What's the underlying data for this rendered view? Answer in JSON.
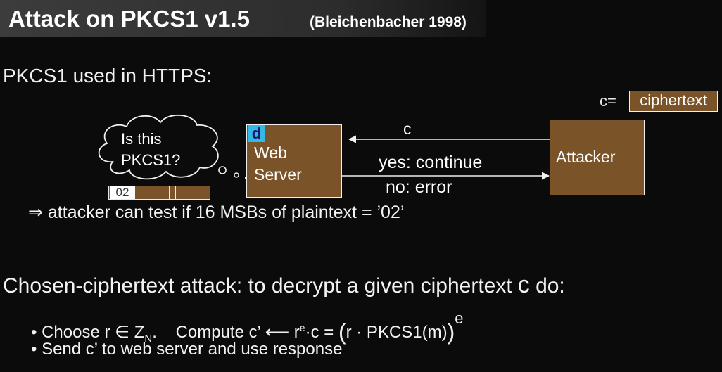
{
  "title": "Attack on PKCS1 v1.5",
  "title_note": "(Bleichenbacher  1998)",
  "heading": "PKCS1 used in HTTPS:",
  "ciphertext": {
    "prefix": "c=",
    "label": "ciphertext"
  },
  "thought": {
    "line1": "Is this",
    "line2": "PKCS1?"
  },
  "server": {
    "badge": "d",
    "line1": "Web",
    "line2": "Server"
  },
  "attacker": {
    "label": "Attacker"
  },
  "arrows": {
    "c_label": "c",
    "yes_label": "yes: continue",
    "no_label": "no: error"
  },
  "message_prefix": "02",
  "implication": "⇒ attacker can test if 16 MSBs of plaintext = ’02’",
  "cca": {
    "text": "Chosen-ciphertext attack:  to decrypt a given ciphertext",
    "c": "c",
    "suffix": "do:"
  },
  "bullets": {
    "b1": {
      "choose": "Choose  r ∈ Z",
      "choose_sub": "N",
      "choose_end": ".",
      "compute": "Compute  c’ ⟵ r",
      "compute_sup": "e",
      "compute_end": "·c   = ",
      "paren_open": "(",
      "expr": "r · PKCS1(m)",
      "paren_close": ")",
      "exp": "e"
    },
    "b2": "Send  c’  to web server and use response"
  },
  "colors": {
    "box_fill": "#7a5428",
    "badge": "#35b8e6",
    "background": "#0b0b0b"
  }
}
